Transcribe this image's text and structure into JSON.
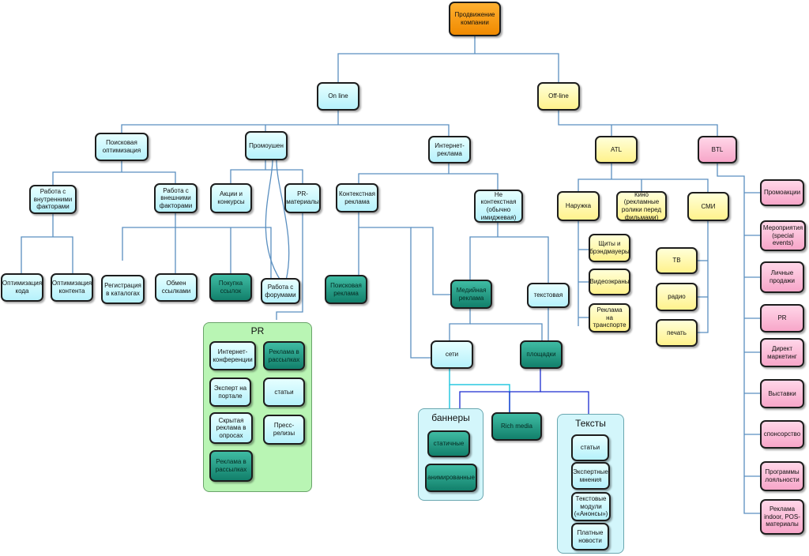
{
  "colors": {
    "connector": "#5a8fc0",
    "connector_cyan": "#29c9e0",
    "connector_blue": "#1a2bd0",
    "root": "#f59a10",
    "online": "#c9f7fc",
    "offline": "#fff59a",
    "btl": "#f7a6c9",
    "teal": "#1a9a82",
    "pr_group": "#b9f5b4"
  },
  "root": "Продвижение компании",
  "online": "On line",
  "offline": "Off-line",
  "seo": "Поисковая оптимизация",
  "seo_internal": "Работа с внутренними факторами",
  "seo_external": "Работа с внешними факторами",
  "opt_code": "Оптимизация кода",
  "opt_content": "Оптимизация контента",
  "reg_catalogs": "Регистрация в каталогах",
  "link_exchange": "Обмен ссылками",
  "buy_links": "Покупка ссылок",
  "forums": "Работа с форумами",
  "promo": "Промоушен",
  "actions": "Акции и конкурсы",
  "pr_materials": "PR-материалы",
  "internet_ads": "Интернет-реклама",
  "context": "Контекстная реклама",
  "search_ads": "Поисковая реклама",
  "non_context": "Не контекстная (обычно имиджевая)",
  "media": "Медийная реклама",
  "text_ads": "текстовая",
  "networks": "сети",
  "platforms": "площадки",
  "rich_media": "Rich media",
  "pr_group": {
    "title": "PR",
    "items": [
      "Интернет-конференции",
      "Реклама в рассылках",
      "Эксперт на портале",
      "статьи",
      "Скрытая реклама в опросах",
      "Пресс-релизы",
      "Реклама в рассылках"
    ]
  },
  "banners_group": {
    "title": "баннеры",
    "items": [
      "статичные",
      "анимированные"
    ]
  },
  "texts_group": {
    "title": "Тексты",
    "items": [
      "статьи",
      "Экспертные мнения",
      "Текстовые модули («Анонсы»)",
      "Платные новости"
    ]
  },
  "atl": "ATL",
  "btl": "BTL",
  "outdoor": "Наружка",
  "cinema": "Кино (рекламные ролики перед фильмами)",
  "smi": "СМИ",
  "outdoor_items": [
    "Щиты и брэндмауеры",
    "Видеоэкраны",
    "Реклама на транспорте"
  ],
  "smi_items": [
    "ТВ",
    "радио",
    "печать"
  ],
  "btl_items": [
    "Промоакции",
    "Мероприятия (special events)",
    "Личные продажи",
    "PR",
    "Директ маркетинг",
    "Выставки",
    "спонсорство",
    "Программы лояльности",
    "Реклама indoor, POS-материалы"
  ]
}
